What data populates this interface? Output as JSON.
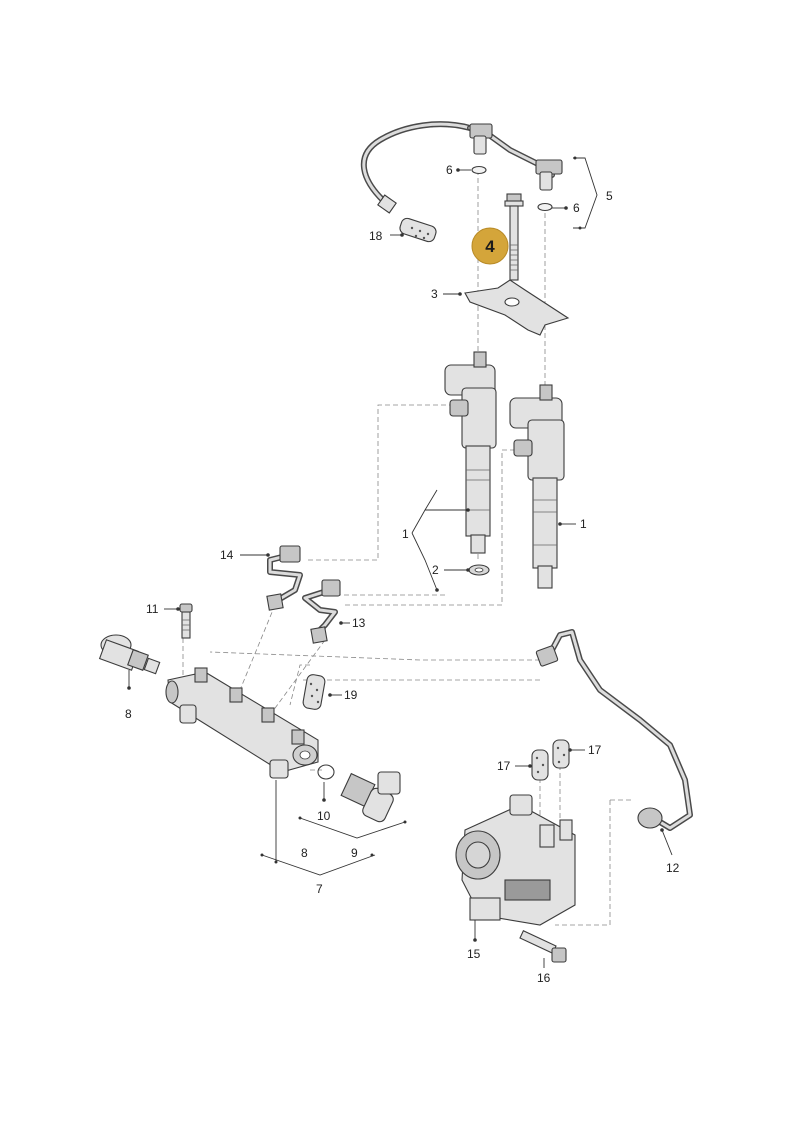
{
  "diagram": {
    "highlight_color": "#d4a53a",
    "callouts": [
      {
        "id": "c6a",
        "text": "6"
      },
      {
        "id": "c6b",
        "text": "6"
      },
      {
        "id": "c5",
        "text": "5"
      },
      {
        "id": "c18",
        "text": "18"
      },
      {
        "id": "c4",
        "text": "4"
      },
      {
        "id": "c3",
        "text": "3"
      },
      {
        "id": "c1a",
        "text": "1"
      },
      {
        "id": "c1b",
        "text": "1"
      },
      {
        "id": "c2",
        "text": "2"
      },
      {
        "id": "c14",
        "text": "14"
      },
      {
        "id": "c13",
        "text": "13"
      },
      {
        "id": "c11",
        "text": "11"
      },
      {
        "id": "c8a",
        "text": "8"
      },
      {
        "id": "c19",
        "text": "19"
      },
      {
        "id": "c10",
        "text": "10"
      },
      {
        "id": "c9",
        "text": "9"
      },
      {
        "id": "c8b",
        "text": "8"
      },
      {
        "id": "c7",
        "text": "7"
      },
      {
        "id": "c17a",
        "text": "17"
      },
      {
        "id": "c17b",
        "text": "17"
      },
      {
        "id": "c12",
        "text": "12"
      },
      {
        "id": "c15",
        "text": "15"
      },
      {
        "id": "c16",
        "text": "16"
      }
    ]
  }
}
